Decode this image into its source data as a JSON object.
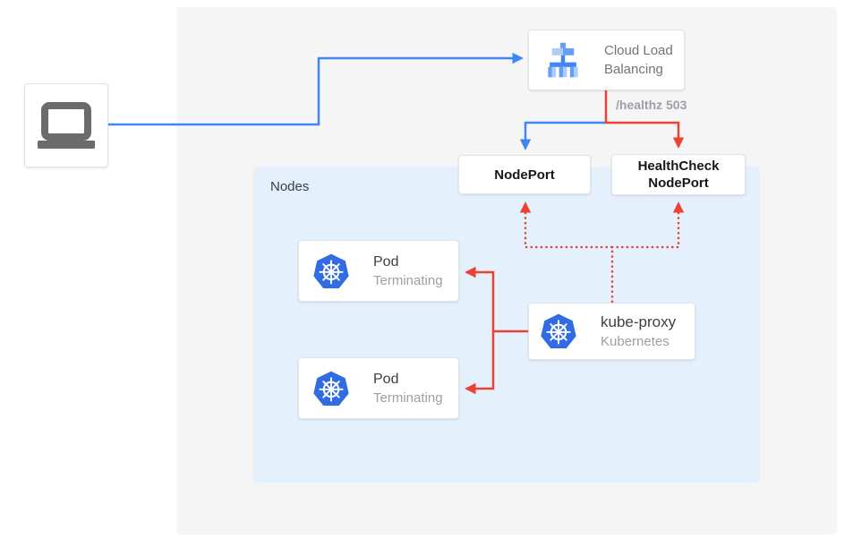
{
  "colors": {
    "flow_blue": "#4285f4",
    "flow_red": "#ea4335",
    "kubernetes_blue": "#326ce5",
    "gcp_icon_blue": "#4285f4",
    "gcp_icon_medium_blue": "#669df6",
    "gcp_icon_light_blue": "#aecbfa",
    "canvas_background": "#f5f5f5",
    "nodes_panel_background": "#e4f0fb"
  },
  "icons": {
    "client": "laptop-icon",
    "load_balancer": "cloud-load-balancing-icon",
    "kubernetes": "kubernetes-icon"
  },
  "diagram": {
    "nodes_group": {
      "label": "Nodes"
    },
    "cloud_load_balancing": {
      "label": "Cloud Load Balancing"
    },
    "health_check_edge": {
      "label": "/healthz 503"
    },
    "nodeport": {
      "label": "NodePort"
    },
    "healthcheck_nodeport": {
      "label": "HealthCheck NodePort"
    },
    "kube_proxy": {
      "title": "kube-proxy",
      "subtitle": "Kubernetes"
    },
    "pods": [
      {
        "title": "Pod",
        "status": "Terminating"
      },
      {
        "title": "Pod",
        "status": "Terminating"
      }
    ]
  }
}
